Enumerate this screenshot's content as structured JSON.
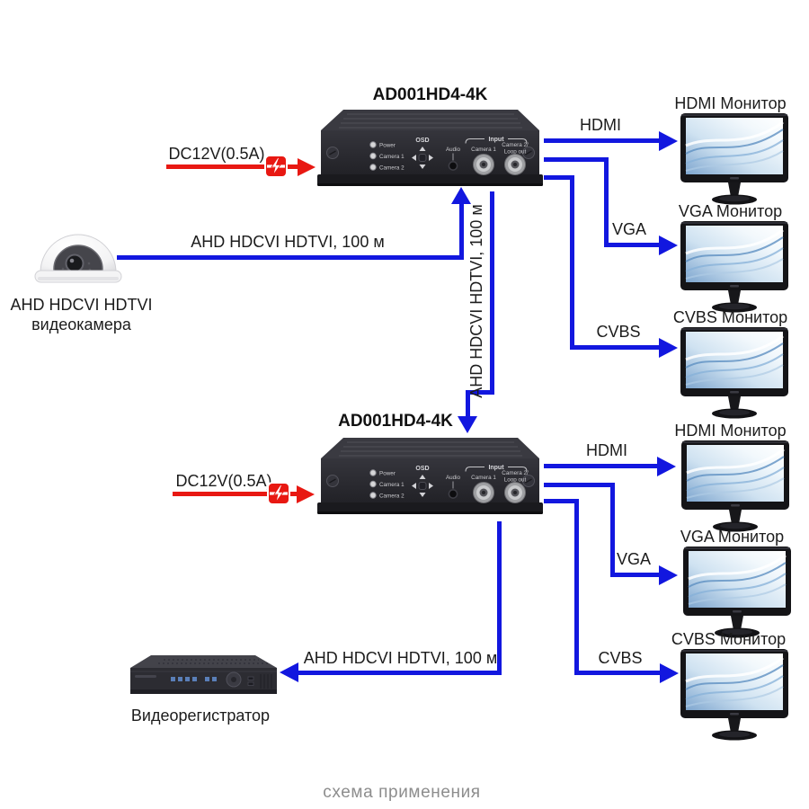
{
  "colors": {
    "cable_blue": "#1217df",
    "power_red": "#e81812",
    "text": "#1c1c1c",
    "caption_gray": "#8d8d8d"
  },
  "devices": {
    "title": "AD001HD4-4K",
    "power_label": "DC12V(0.5A)",
    "panel": {
      "osd": "OSD",
      "audio": "Audio",
      "input": "Input",
      "led_power": "Power",
      "led_cam1": "Camera 1",
      "led_cam2": "Camera 2",
      "bnc1_label": "Camera 1",
      "bnc2_label_line1": "Camera 2/",
      "bnc2_label_line2": "Loop out"
    }
  },
  "camera": {
    "label_line1": "AHD HDCVI HDTVI",
    "label_line2": "видеокамера"
  },
  "dvr": {
    "label": "Видеорегистратор"
  },
  "cables": {
    "analog_100m": "AHD HDCVI HDTVI, 100 м",
    "hdmi": "HDMI",
    "vga": "VGA",
    "cvbs": "CVBS"
  },
  "monitors": {
    "hdmi": "HDMI Монитор",
    "vga": "VGA Монитор",
    "cvbs": "CVBS Монитор"
  },
  "caption": "схема применения"
}
